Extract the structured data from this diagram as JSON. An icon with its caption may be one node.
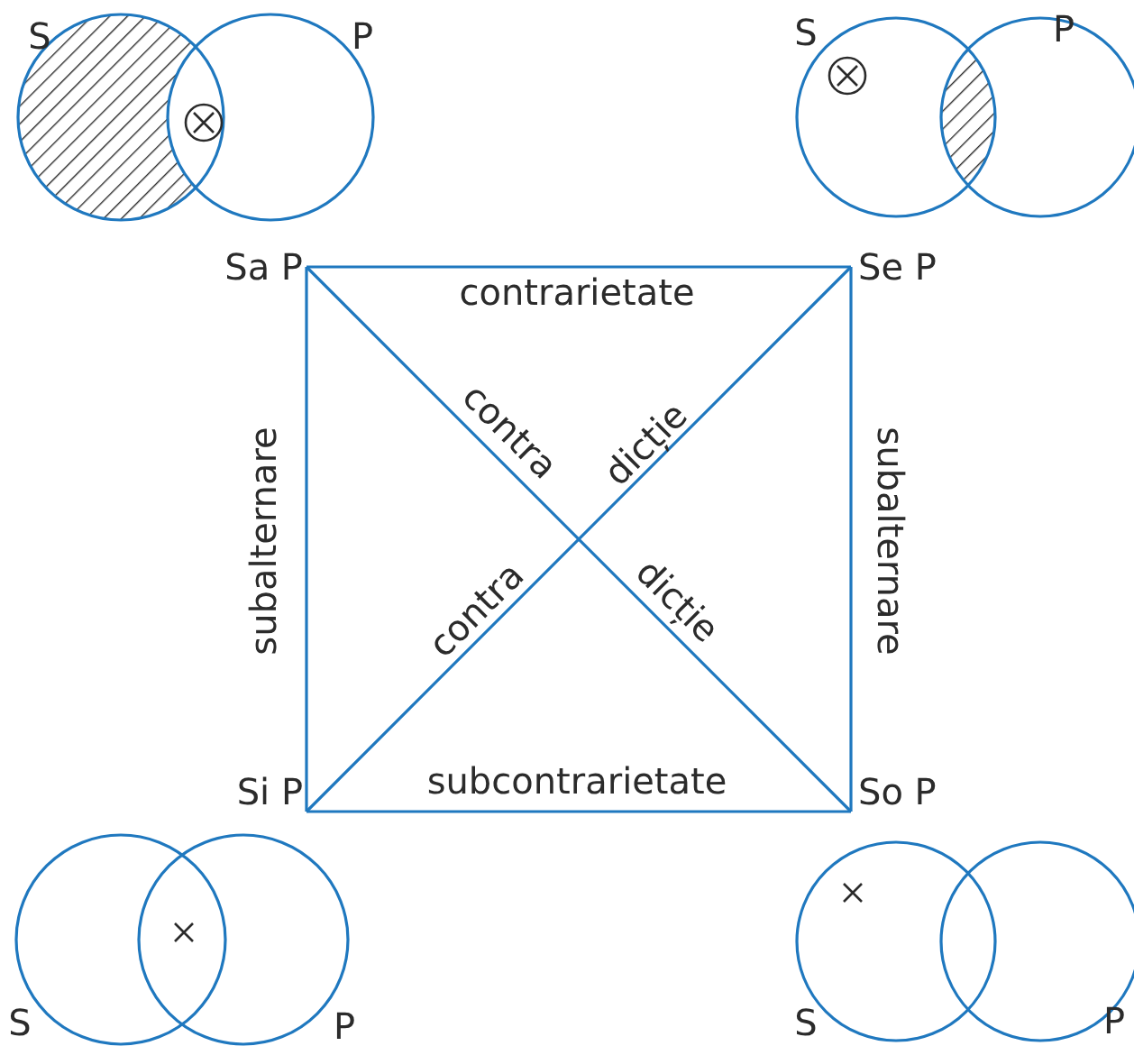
{
  "diagram": {
    "nodes": [
      {
        "text": [
          "Sa P"
        ]
      },
      {
        "text": [
          "Se P"
        ]
      },
      {
        "text": [
          "Si P"
        ]
      },
      {
        "text": [
          "So P"
        ]
      }
    ],
    "edges": [
      {
        "from": 0,
        "to": 1,
        "arrow": "none",
        "label": "contrarietate"
      },
      {
        "from": 0,
        "to": 2,
        "arrow": "none",
        "label": "subalternare"
      },
      {
        "from": 1,
        "to": 3,
        "arrow": "none",
        "label": "subalternare"
      },
      {
        "from": 0,
        "to": 3,
        "arrow": "none"
      },
      {
        "from": 1,
        "to": 2,
        "arrow": "none"
      },
      {
        "from": 2,
        "to": 3,
        "arrow": "none",
        "label": "subcontrarietate"
      }
    ],
    "labels": [
      "S",
      "P",
      "S",
      "P",
      "contra",
      "dicție",
      "contra",
      "dicție",
      "S",
      "P",
      "S",
      "P"
    ]
  }
}
